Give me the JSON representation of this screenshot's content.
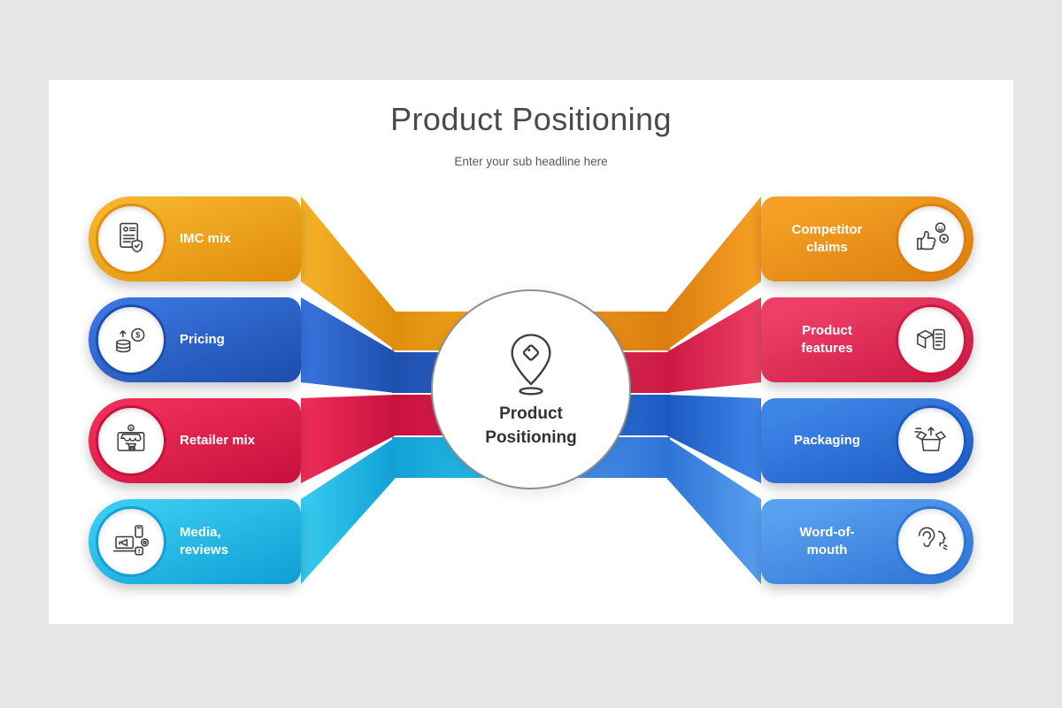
{
  "colors": {
    "page_bg": "#e6e6e6",
    "slide_bg": "#ffffff",
    "title_color": "#4a4a4a",
    "subtitle_color": "#595959",
    "icon_stroke": "#3e3e3e",
    "center_border": "#8f8f8f",
    "center_text": "#333333",
    "orange_light": "#F6B32B",
    "orange_dark": "#E08E0B",
    "blue_light": "#3A74DE",
    "blue_dark": "#1D4FAE",
    "red_light": "#EE2F58",
    "red_dark": "#C9113E",
    "cyan_light": "#38CBF0",
    "cyan_dark": "#12A0D6",
    "orange2_light": "#F5A024",
    "orange2_dark": "#DB7E0E",
    "pink_light": "#EE4066",
    "pink_dark": "#CC1843",
    "blue2_light": "#3E85E8",
    "blue2_dark": "#1C5AC2",
    "blue3_light": "#58A0F0",
    "blue3_dark": "#2E74D6"
  },
  "slide": {
    "title": "Product Positioning",
    "subtitle": "Enter your sub headline here"
  },
  "center": {
    "icon": "map-pin-tag-icon",
    "line1": "Product",
    "line2": "Positioning"
  },
  "left_items": [
    {
      "label": "IMC mix",
      "icon": "document-shield-icon",
      "color": "orange"
    },
    {
      "label": "Pricing",
      "icon": "coins-dollar-icon",
      "color": "blue"
    },
    {
      "label": "Retailer mix",
      "icon": "storefront-icon",
      "color": "red"
    },
    {
      "label": "Media, reviews",
      "icon": "media-social-icon",
      "color": "cyan"
    }
  ],
  "right_items": [
    {
      "label": "Competitor claims",
      "icon": "thumbs-up-reviews-icon",
      "color": "orange2"
    },
    {
      "label": "Product features",
      "icon": "box-checklist-icon",
      "color": "pink"
    },
    {
      "label": "Packaging",
      "icon": "open-box-icon",
      "color": "blue2"
    },
    {
      "label": "Word-of-mouth",
      "icon": "ear-whisper-icon",
      "color": "blue3"
    }
  ],
  "glyphs": {
    "dollar": "$",
    "facebook_f": "f",
    "star": "★"
  }
}
